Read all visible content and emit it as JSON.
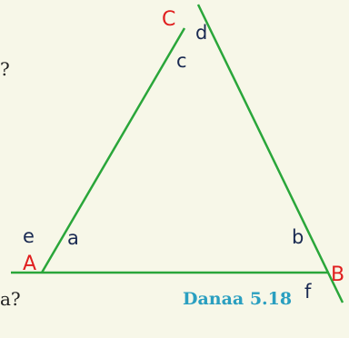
{
  "colors": {
    "background": "#f7f7e8",
    "line": "#2aa63a",
    "vertex_label": "#e01e1e",
    "angle_label": "#1a2a52",
    "caption": "#2a9fc0",
    "edge_text": "#222222"
  },
  "vertices": {
    "A": "A",
    "B": "B",
    "C": "C"
  },
  "angles": {
    "a": "a",
    "b": "b",
    "c": "c",
    "d": "d",
    "e": "e",
    "f": "f"
  },
  "edge_text": {
    "top": "?",
    "bottom": "a?"
  },
  "caption": "Danaa 5.18"
}
